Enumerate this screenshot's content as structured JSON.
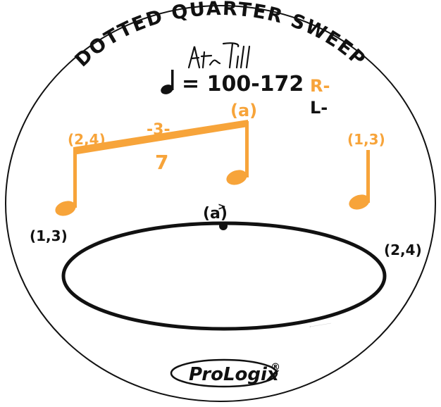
{
  "title": "DOTTED QUARTER SWEEP",
  "tempo": {
    "note_icon": "quarter-note-icon",
    "text": "= 100-172"
  },
  "hand_key": {
    "right": "R-",
    "left": "L-"
  },
  "rhythm": {
    "triplet_label": "-3-",
    "rest_label": "7",
    "counts": {
      "first_note": "(2,4)",
      "second_note": "(a)",
      "third_note": "(1,3)"
    }
  },
  "sweep": {
    "top_label": "(a)",
    "top_accent": ">",
    "left_label": "(1,3)",
    "right_label": "(2,4)"
  },
  "brand": {
    "name": "ProLogix",
    "mark": "®"
  },
  "colors": {
    "orange": "#F7A43A",
    "ink": "#111111",
    "background": "#ffffff"
  }
}
